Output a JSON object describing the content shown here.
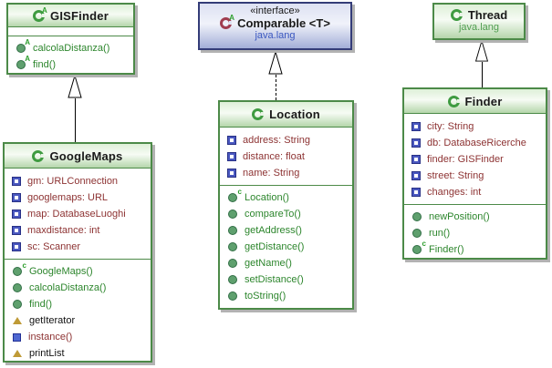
{
  "classes": [
    {
      "id": "gisfinder",
      "kind": "abstract class",
      "icon": "abstract-class-icon",
      "title": "GISFinder",
      "fields": [],
      "methods": [
        {
          "label": "calcolaDistanza()",
          "type": "abstract-method"
        },
        {
          "label": "find()",
          "type": "abstract-method"
        }
      ]
    },
    {
      "id": "comparable",
      "kind": "interface",
      "icon": "interface-icon",
      "stereotype": "«interface»",
      "title": "Comparable <T>",
      "package": "java.lang"
    },
    {
      "id": "thread",
      "kind": "class",
      "icon": "class-icon",
      "title": "Thread",
      "package": "java.lang"
    },
    {
      "id": "googlemaps",
      "kind": "class",
      "icon": "class-icon",
      "title": "GoogleMaps",
      "fields": [
        {
          "label": "gm: URLConnection",
          "type": "field"
        },
        {
          "label": "googlemaps: URL",
          "type": "field"
        },
        {
          "label": "map: DatabaseLuoghi",
          "type": "field"
        },
        {
          "label": "maxdistance: int",
          "type": "field"
        },
        {
          "label": "sc: Scanner",
          "type": "field"
        }
      ],
      "methods": [
        {
          "label": "GoogleMaps()",
          "type": "constructor"
        },
        {
          "label": "calcolaDistanza()",
          "type": "method"
        },
        {
          "label": "find()",
          "type": "method"
        },
        {
          "label": "getIterator",
          "type": "triangle-method"
        },
        {
          "label": "instance()",
          "type": "static-method"
        },
        {
          "label": "printList",
          "type": "triangle-method"
        }
      ]
    },
    {
      "id": "location",
      "kind": "class",
      "icon": "class-icon",
      "title": "Location",
      "fields": [
        {
          "label": "address: String",
          "type": "field"
        },
        {
          "label": "distance: float",
          "type": "field"
        },
        {
          "label": "name: String",
          "type": "field"
        }
      ],
      "methods": [
        {
          "label": "Location()",
          "type": "constructor"
        },
        {
          "label": "compareTo()",
          "type": "method"
        },
        {
          "label": "getAddress()",
          "type": "method"
        },
        {
          "label": "getDistance()",
          "type": "method"
        },
        {
          "label": "getName()",
          "type": "method"
        },
        {
          "label": "setDistance()",
          "type": "method"
        },
        {
          "label": "toString()",
          "type": "method"
        }
      ]
    },
    {
      "id": "finder",
      "kind": "class",
      "icon": "class-icon",
      "title": "Finder",
      "fields": [
        {
          "label": "city: String",
          "type": "field"
        },
        {
          "label": "db: DatabaseRicerche",
          "type": "field"
        },
        {
          "label": "finder: GISFinder",
          "type": "field"
        },
        {
          "label": "street: String",
          "type": "field"
        },
        {
          "label": "changes: int",
          "type": "field"
        }
      ],
      "methods": [
        {
          "label": "newPosition()",
          "type": "method"
        },
        {
          "label": "run()",
          "type": "method"
        },
        {
          "label": "Finder()",
          "type": "constructor"
        }
      ]
    }
  ],
  "relationships": [
    {
      "from": "GoogleMaps",
      "to": "GISFinder",
      "type": "extends",
      "line": "solid"
    },
    {
      "from": "Location",
      "to": "Comparable",
      "type": "implements",
      "line": "dashed"
    },
    {
      "from": "Finder",
      "to": "Thread",
      "type": "extends",
      "line": "solid"
    }
  ]
}
